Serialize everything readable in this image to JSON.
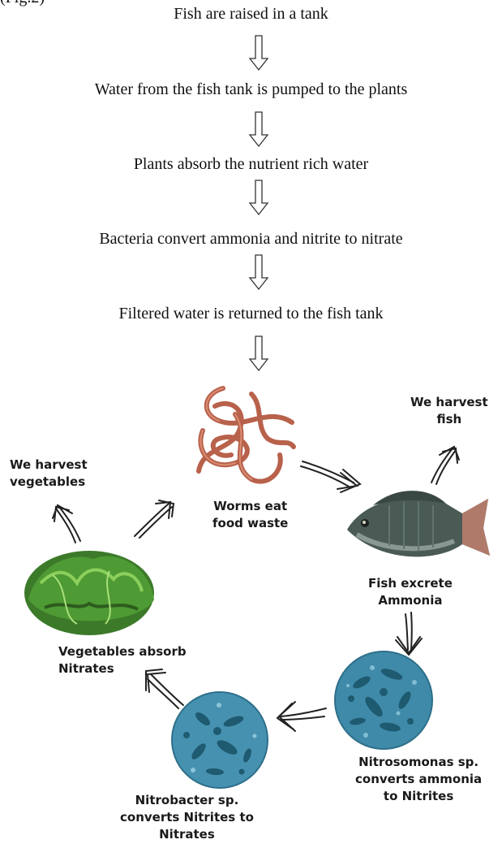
{
  "corner_text": "(Fig.2)",
  "steps": [
    "Fish are raised in a tank",
    "Water from the fish tank is pumped to the plants",
    "Plants absorb the nutrient rich water",
    "Bacteria convert ammonia and nitrite to nitrate",
    "Filtered water is returned to the fish tank"
  ],
  "cycle": {
    "harvest_fish": [
      "We harvest",
      "fish"
    ],
    "harvest_vegetables": [
      "We harvest",
      "vegetables"
    ],
    "worms": [
      "Worms eat",
      "food waste"
    ],
    "fish": [
      "Fish excrete",
      "Ammonia"
    ],
    "vegetables": [
      "Vegetables absorb",
      "Nitrates"
    ],
    "nitrosomonas": [
      "Nitrosomonas sp.",
      "converts ammonia",
      "to Nitrites"
    ],
    "nitrobacter": [
      "Nitrobacter sp.",
      "converts Nitrites to",
      "Nitrates"
    ]
  }
}
